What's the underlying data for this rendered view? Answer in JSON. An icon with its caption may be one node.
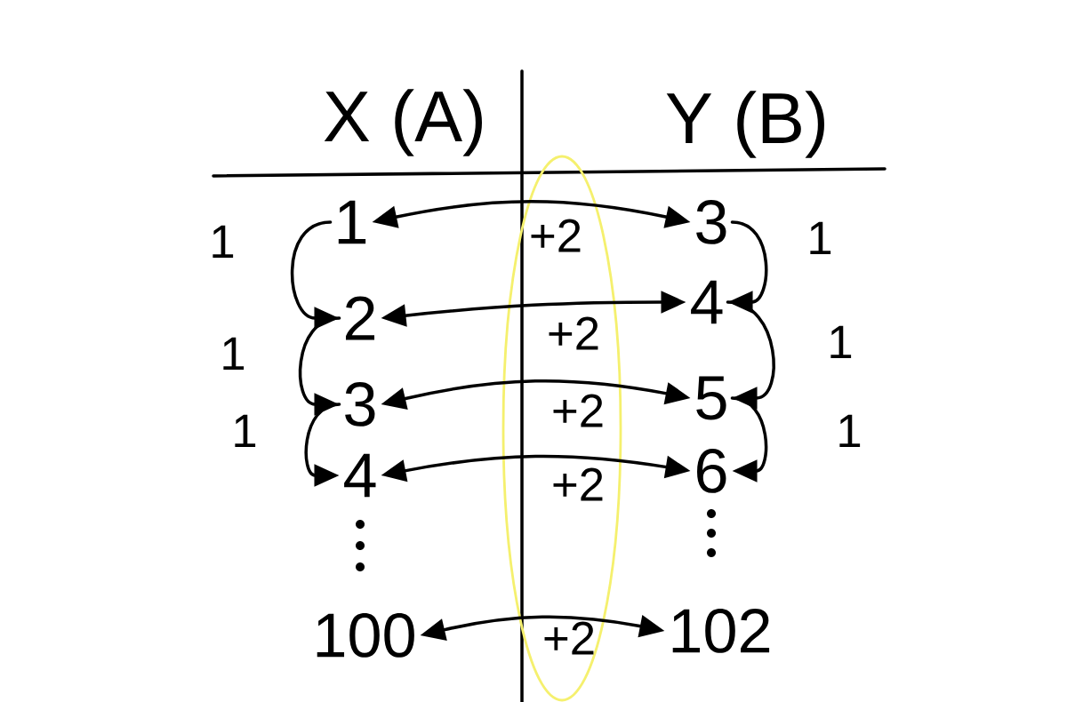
{
  "diagram": {
    "nodes": [
      {
        "text": [
          "1"
        ]
      },
      {
        "text": [
          "2"
        ]
      },
      {
        "text": [
          "3"
        ]
      },
      {
        "text": [
          "4"
        ]
      },
      {
        "text": [
          "100"
        ]
      },
      {
        "text": [
          "3"
        ]
      },
      {
        "text": [
          "4"
        ]
      },
      {
        "text": [
          "5"
        ]
      },
      {
        "text": [
          "6"
        ]
      },
      {
        "text": [
          "102"
        ]
      }
    ],
    "edges": [
      {
        "from": 0,
        "to": 5,
        "arrow": "both",
        "label": "+2"
      },
      {
        "from": 1,
        "to": 6,
        "arrow": "both",
        "label": "+2"
      },
      {
        "from": 2,
        "to": 7,
        "arrow": "both",
        "label": "+2"
      },
      {
        "from": 3,
        "to": 8,
        "arrow": "both",
        "label": "+2"
      },
      {
        "from": 4,
        "to": 9,
        "arrow": "both",
        "label": "+2"
      },
      {
        "from": 0,
        "to": 1,
        "arrow": "to",
        "label": "1"
      },
      {
        "from": 1,
        "to": 2,
        "arrow": "to",
        "label": "1"
      },
      {
        "from": 2,
        "to": 3,
        "arrow": "to",
        "label": "1"
      },
      {
        "from": 5,
        "to": 6,
        "arrow": "to",
        "label": "1"
      },
      {
        "from": 6,
        "to": 7,
        "arrow": "to",
        "label": "1"
      },
      {
        "from": 7,
        "to": 8,
        "arrow": "to",
        "label": "1"
      }
    ],
    "labels": [
      "X (A)",
      "Y (B)"
    ]
  }
}
